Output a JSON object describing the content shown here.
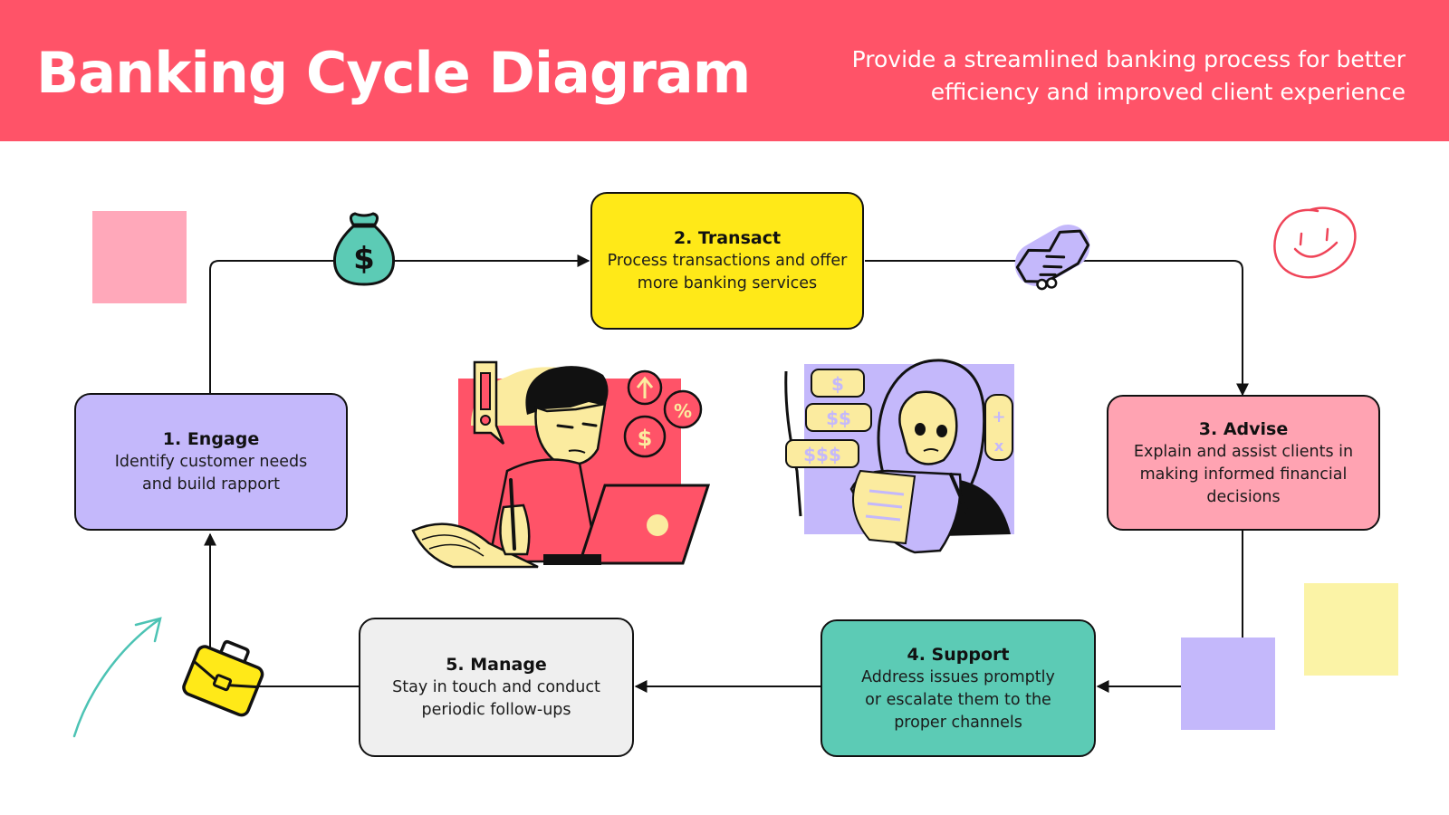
{
  "header": {
    "title": "Banking Cycle Diagram",
    "subtitle": "Provide a streamlined banking process for better efficiency and improved client experience"
  },
  "steps": [
    {
      "title": "1. Engage",
      "description": "Identify customer needs and build rapport",
      "color": "#c4b8fb"
    },
    {
      "title": "2. Transact",
      "description": "Process transactions and offer more banking services",
      "color": "#ffe918"
    },
    {
      "title": "3. Advise",
      "description": "Explain and assist clients in making informed financial decisions",
      "color": "#ffa3b2"
    },
    {
      "title": "4. Support",
      "description": "Address issues promptly or escalate them to the proper channels",
      "color": "#5ccbb5"
    },
    {
      "title": "5. Manage",
      "description": "Stay in touch and conduct periodic follow-ups",
      "color": "#efefef"
    }
  ],
  "icons": [
    "money-bag-icon",
    "handshake-icon",
    "briefcase-icon",
    "smiley-face-icon",
    "arrow-doodle-icon"
  ],
  "illustrations": [
    "person-at-laptop-illustration",
    "woman-with-receipt-illustration"
  ],
  "colors": {
    "header": "#ff5368",
    "accent_pink": "#ff5368",
    "teal": "#5ccbb5",
    "yellow": "#ffe918",
    "lavender": "#c4b8fb",
    "light_pink": "#ffa3b2"
  }
}
